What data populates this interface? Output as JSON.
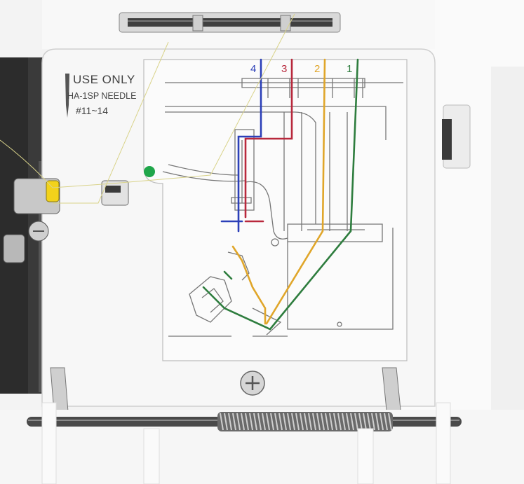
{
  "panel": {
    "use_only": "USE ONLY",
    "needle_type": "HA-1SP NEEDLE",
    "needle_size": "#11~14"
  },
  "threads": [
    {
      "label": "4",
      "color": "#2b3fb8"
    },
    {
      "label": "3",
      "color": "#b8283c"
    },
    {
      "label": "2",
      "color": "#e0a62a"
    },
    {
      "label": "1",
      "color": "#2e7d3e"
    }
  ],
  "colors": {
    "indicator_dot": "#1fa64a",
    "machine_body": "#f7f7f7",
    "dark_frame": "#3a3a3a"
  }
}
